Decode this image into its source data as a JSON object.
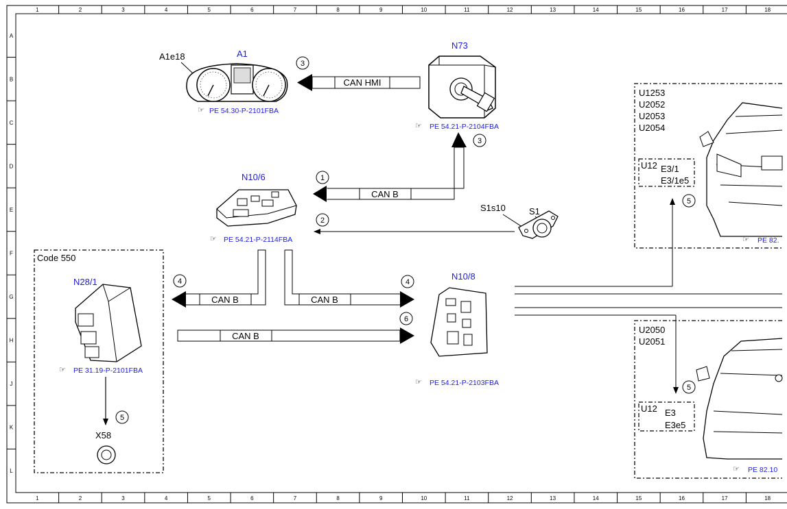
{
  "grid": {
    "columns": [
      "1",
      "2",
      "3",
      "4",
      "5",
      "6",
      "7",
      "8",
      "9",
      "10",
      "11",
      "12",
      "13",
      "14",
      "15",
      "16",
      "17",
      "18"
    ],
    "rows": [
      "A",
      "B",
      "C",
      "D",
      "E",
      "F",
      "G",
      "H",
      "J",
      "K",
      "L"
    ]
  },
  "components": {
    "a1": {
      "id": "A1",
      "sub": "A1e18",
      "ref": "PE 54.30-P-2101FBA"
    },
    "n73": {
      "id": "N73",
      "ref": "PE 54.21-P-2104FBA"
    },
    "n10_6": {
      "id": "N10/6",
      "ref": "PE 54.21-P-2114FBA"
    },
    "n10_8": {
      "id": "N10/8",
      "ref": "PE 54.21-P-2103FBA"
    },
    "n28_1": {
      "id": "N28/1",
      "ref": "PE 31.19-P-2101FBA"
    },
    "s1": {
      "id": "S1",
      "sub": "S1s10"
    },
    "x58": {
      "id": "X58"
    },
    "code_box": {
      "label": "Code 550"
    },
    "rear_top": {
      "codes": [
        "U1253",
        "U2052",
        "U2053",
        "U2054"
      ],
      "u12": "U12",
      "parts": [
        "E3/1",
        "E3/1e5"
      ],
      "ref": "PE 82."
    },
    "rear_bottom": {
      "codes": [
        "U2050",
        "U2051"
      ],
      "u12": "U12",
      "parts": [
        "E3",
        "E3e5"
      ],
      "ref": "PE 82.10"
    }
  },
  "buses": {
    "hmi": "CAN HMI",
    "b1": "CAN B",
    "b_left": "CAN B",
    "b_right": "CAN B",
    "b_bottom": "CAN B"
  },
  "markers": {
    "m3a": "3",
    "m3b": "3",
    "m1": "1",
    "m2": "2",
    "m4a": "4",
    "m4b": "4",
    "m6": "6",
    "m5a": "5",
    "m5b": "5",
    "m5c": "5"
  }
}
